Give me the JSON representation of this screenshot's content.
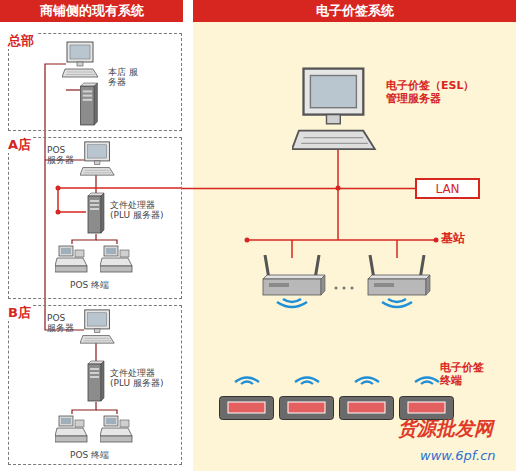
{
  "diagram": {
    "nodes": [
      {
        "text": [
          "商铺侧的现有系统"
        ]
      },
      {
        "text": [
          "电子价签系统"
        ]
      },
      {
        "text": [
          "总部"
        ]
      },
      {
        "text": [
          "A店"
        ]
      },
      {
        "text": [
          "B店"
        ]
      },
      {
        "text": [
          "LAN"
        ]
      }
    ],
    "edges": [
      {
        "from": 3,
        "to": 5,
        "arrow": "none"
      }
    ],
    "labels": [
      "本店 服务器",
      "POS 服务器",
      "文件处理器 (PLU 服务器)",
      "POS 终端",
      "POS 服务器",
      "文件处理器 (PLU 服务器)",
      "POS 终端",
      "电子价签（ESL） 管理服务器",
      "基站",
      "电子价签 终端",
      "货源批发网",
      "www.6pf.cn"
    ]
  }
}
